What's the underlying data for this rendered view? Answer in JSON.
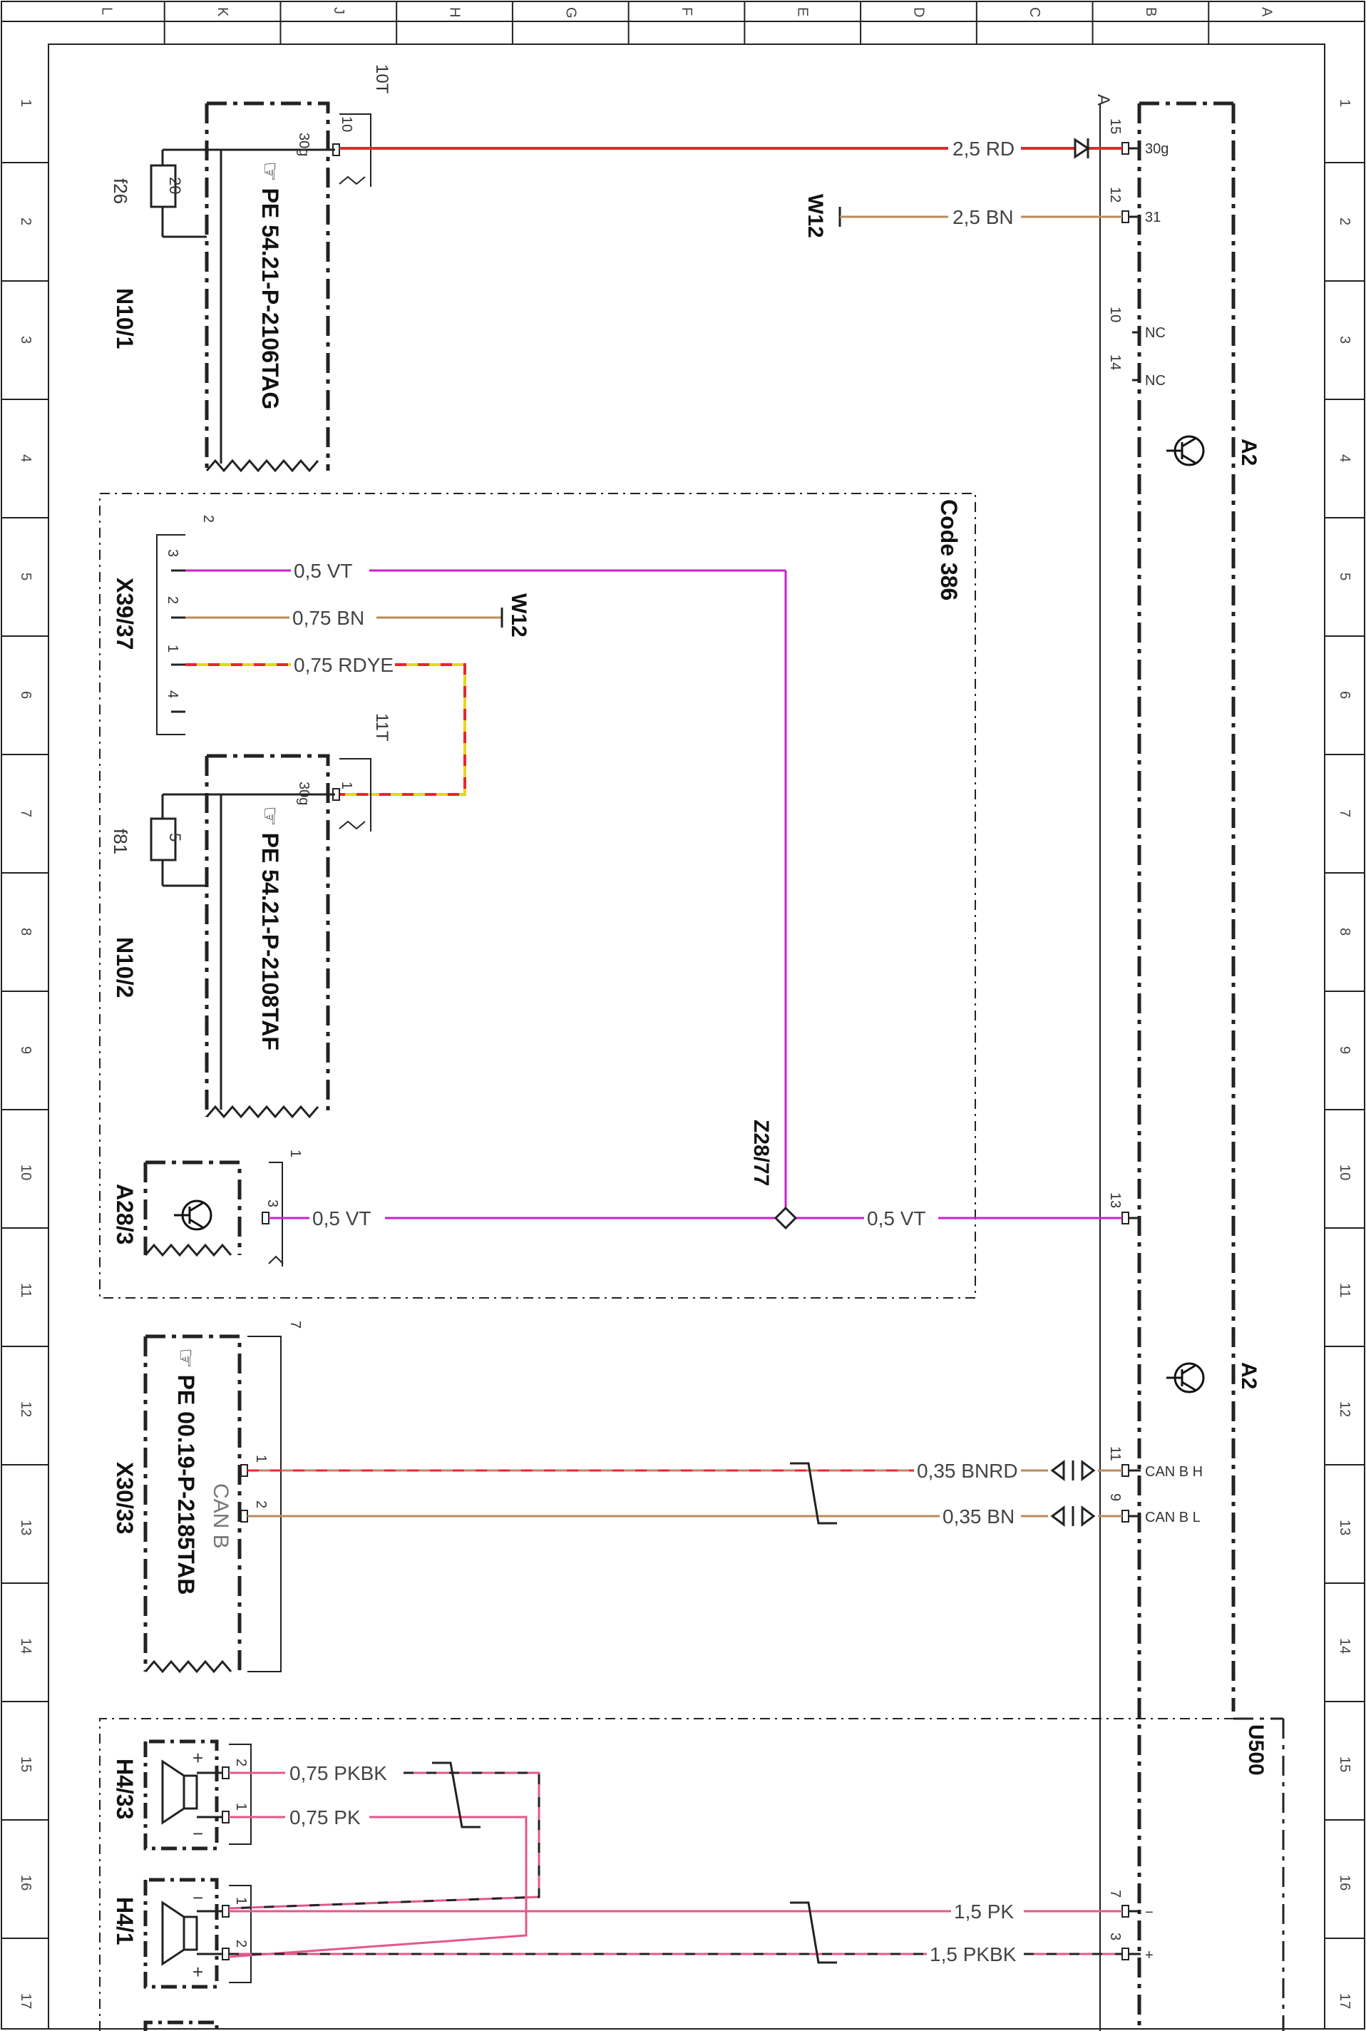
{
  "grid": {
    "columns": [
      "L",
      "K",
      "J",
      "H",
      "G",
      "F",
      "E",
      "D",
      "C",
      "B",
      "A"
    ],
    "rows": [
      "1",
      "2",
      "3",
      "4",
      "5",
      "6",
      "7",
      "8",
      "9",
      "10",
      "11",
      "12",
      "13",
      "14",
      "15",
      "16",
      "17"
    ]
  },
  "colors": {
    "RD": "#e8262a",
    "BN": "#b88a5a",
    "VT": "#cc1fcc",
    "YE": "#e8d61a",
    "PK": "#e0588c",
    "BK": "#222222"
  },
  "components": {
    "N10_1": {
      "name": "N10/1",
      "ref": "PE 54.21-P-2106TAG",
      "connector": "10T",
      "pin": "10",
      "terminal": "30g",
      "fuse": "f26",
      "fuse_rating": "20"
    },
    "N10_2": {
      "name": "N10/2",
      "ref": "PE 54.21-P-2108TAF",
      "connector": "11T",
      "pin": "1",
      "terminal": "30g",
      "fuse": "f81",
      "fuse_rating": "5"
    },
    "X39_37": {
      "name": "X39/37",
      "connector": "2",
      "pins": [
        "3",
        "2",
        "1",
        "4"
      ]
    },
    "A28_3": {
      "name": "A28/3",
      "connector": "1",
      "pin": "3"
    },
    "X30_33": {
      "name": "X30/33",
      "ref": "PE 00.19-P-2185TAB",
      "connector": "7",
      "inner": "CAN B",
      "pins": [
        "1",
        "2"
      ]
    },
    "H4_33": {
      "name": "H4/33",
      "pins": [
        "2",
        "1"
      ]
    },
    "H4_1": {
      "name": "H4/1",
      "pins": [
        "1",
        "2"
      ]
    },
    "A2": {
      "name": "A2",
      "name2": "A2",
      "connector": "A"
    },
    "U500": {
      "name": "U500"
    },
    "code_box": {
      "label": "Code 386"
    },
    "Z28_77": {
      "name": "Z28/77"
    },
    "W12_top": {
      "name": "W12"
    },
    "W12_mid": {
      "name": "W12"
    }
  },
  "a2_pins": [
    {
      "num": "15",
      "label": "30g"
    },
    {
      "num": "12",
      "label": "31"
    },
    {
      "num": "10",
      "label": "NC"
    },
    {
      "num": "14",
      "label": "NC"
    },
    {
      "num": "13",
      "label": ""
    },
    {
      "num": "11",
      "label": "CAN B H"
    },
    {
      "num": "9",
      "label": "CAN B L"
    },
    {
      "num": "7",
      "label": "−"
    },
    {
      "num": "3",
      "label": "+"
    }
  ],
  "wires": {
    "w1": "2,5 RD",
    "w2": "2,5 BN",
    "w3": "0,5 VT",
    "w4": "0,75 BN",
    "w5": "0,75 RDYE",
    "w6": "0,5 VT",
    "w7": "0,5 VT",
    "w8": "0,35 BNRD",
    "w9": "0,35 BN",
    "w10": "0,75 PKBK",
    "w11": "0,75 PK",
    "w12": "1,5 PK",
    "w13": "1,5 PKBK"
  },
  "misc": {
    "plus": "+",
    "minus": "−"
  }
}
